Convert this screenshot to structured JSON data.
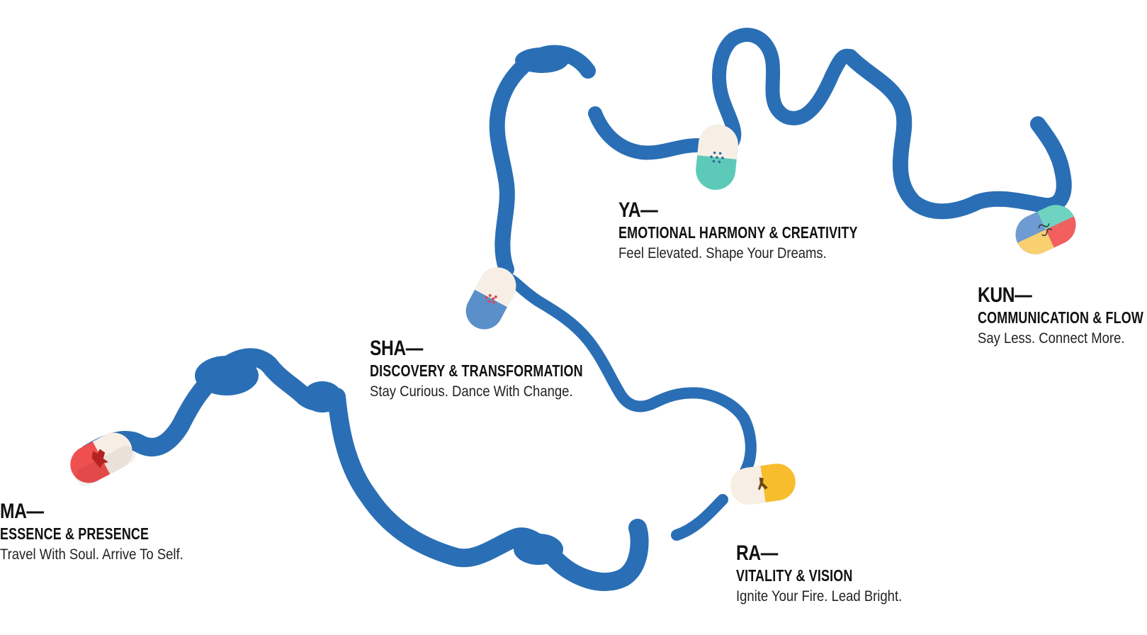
{
  "colors": {
    "river": "#2a6fb5",
    "capsule_cream": "#f7efe5",
    "ma_red": "#ef4f4f",
    "sha_blue": "#5b8fc9",
    "ya_teal": "#5dcab9",
    "ra_yellow": "#f7bd2c",
    "kun_blue": "#6e9bd1",
    "kun_teal": "#6ed3c0",
    "kun_red": "#f25f5f",
    "kun_yellow": "#f9d070"
  },
  "stages": {
    "ma": {
      "title": "MA—",
      "theme": "ESSENCE & PRESENCE",
      "tagline": "Travel With Soul. Arrive To Self.",
      "icon": "deer-icon"
    },
    "sha": {
      "title": "SHA—",
      "theme": "DISCOVERY & TRANSFORMATION",
      "tagline": "Stay Curious. Dance With Change.",
      "icon": "coral-icon"
    },
    "ya": {
      "title": "YA—",
      "theme": "EMOTIONAL HARMONY & CREATIVITY",
      "tagline": "Feel Elevated. Shape Your Dreams.",
      "icon": "dots-flower-icon"
    },
    "kun": {
      "title": "KUN—",
      "theme": "COMMUNICATION & FLOW",
      "tagline": "Say Less. Connect More.",
      "icon": "swirl-icon"
    },
    "ra": {
      "title": "RA—",
      "theme": "VITALITY & VISION",
      "tagline": "Ignite Your Fire. Lead Bright.",
      "icon": "dancer-icon"
    }
  }
}
